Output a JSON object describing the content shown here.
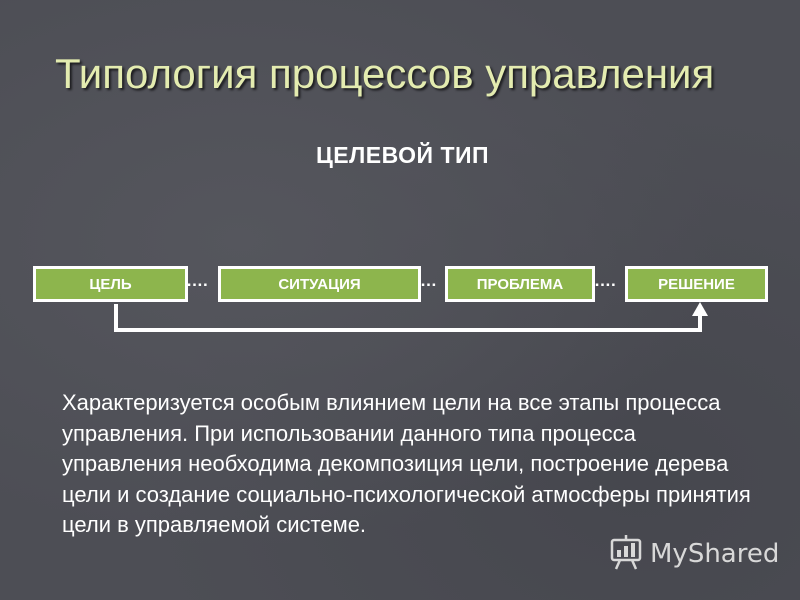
{
  "slide": {
    "title": "Типология процессов управления",
    "subtitle": "ЦЕЛЕВОЙ ТИП"
  },
  "process_chain": {
    "stages": [
      "ЦЕЛЬ",
      "СИТУАЦИЯ",
      "ПРОБЛЕМА",
      "РЕШЕНИЕ"
    ],
    "connectors": [
      "….",
      "…",
      "…."
    ],
    "feedback_from": "ЦЕЛЬ",
    "feedback_to": "РЕШЕНИЕ"
  },
  "description": "Характеризуется особым влиянием цели на все этапы процесса управления. При использовании данного типа процесса управления необходима декомпозиция цели, построение дерева цели и создание социально-психологической атмосферы принятия цели в управляемой системе.",
  "watermark": {
    "text": "MyShared",
    "icon": "presentation-board-icon"
  },
  "colors": {
    "background": "#4d4e55",
    "title": "#e4ecb0",
    "stage_fill": "#8db54d",
    "stage_border": "#ffffff",
    "text": "#ffffff"
  }
}
